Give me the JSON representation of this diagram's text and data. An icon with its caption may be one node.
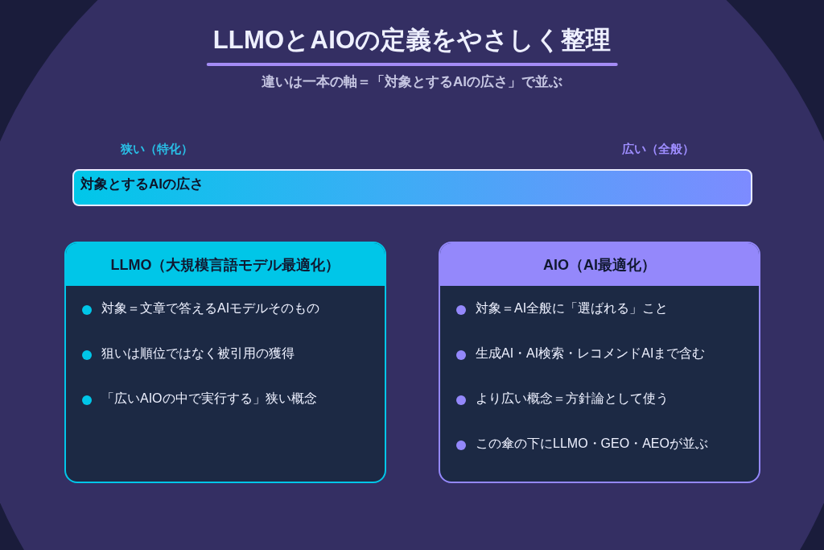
{
  "diagram": {
    "title": "LLMOとAIOの定義をやさしく整理",
    "nodes": [
      {
        "text": [
          "対象とするAIの広さ"
        ],
        "beside": [
          "狭い（特化）",
          "広い（全般）"
        ]
      },
      {
        "text": [
          "LLMO（大規模言語モデル最適化）",
          "対象＝文章で答えるAIモデルそのもの",
          "狙いは順位ではなく被引用の獲得",
          "「広いAIOの中で実行する」狭い概念"
        ]
      },
      {
        "text": [
          "AIO（AI最適化）",
          "対象＝AI全般に「選ばれる」こと",
          "生成AI・AI検索・レコメンドAIまで含む",
          "より広い概念＝方針論として使う",
          "この傘の下にLLMO・GEO・AEOが並ぶ"
        ]
      }
    ],
    "labels": [
      "違いは一本の軸＝「対象とするAIの広さ」で並ぶ"
    ]
  }
}
